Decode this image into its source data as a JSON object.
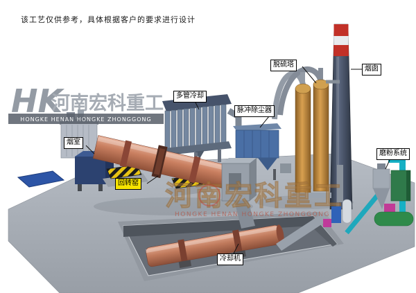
{
  "note": "该工艺仅供参考，具体根据客户的要求进行设计",
  "labels": {
    "smoke_chamber": "烟室",
    "rotary_kiln": "回转窑",
    "multi_tube_cooler": "多管冷却",
    "pulse_dust_collector": "脉冲除尘器",
    "desulfurization_tower": "脱硫塔",
    "chimney": "烟囱",
    "grinding_system": "磨粉系统",
    "cooling_machine": "冷却机"
  },
  "watermark": {
    "logo_monogram": "HK",
    "logo_company_cn": "河南宏科重工",
    "logo_company_en": "HONGKE HENAN HONGKE ZHONGGONG",
    "center_company_cn": "河南宏科重工",
    "center_company_en": "HONGKE HENAN HONGKE ZHONGGONG"
  },
  "colors": {
    "kiln_shell": "#c98a6c",
    "dust_collector_blue": "#4a6fa5",
    "tower_orange": "#c08a3e",
    "chimney_band_red": "#c23128",
    "label_highlight_yellow": "#f6e400",
    "ground_gray": "#a8aeb6"
  }
}
